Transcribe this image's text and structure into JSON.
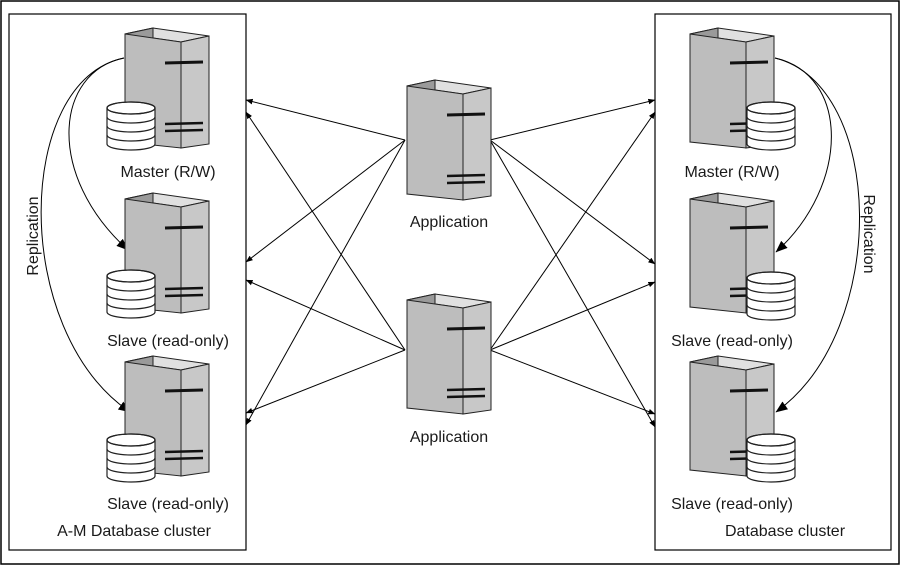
{
  "left_cluster": {
    "title": "A-M Database cluster",
    "replication_label": "Replication",
    "nodes": [
      "Master (R/W)",
      "Slave (read-only)",
      "Slave (read-only)"
    ]
  },
  "right_cluster": {
    "title": "Database cluster",
    "replication_label": "Replication",
    "nodes": [
      "Master (R/W)",
      "Slave (read-only)",
      "Slave (read-only)"
    ]
  },
  "applications": [
    "Application",
    "Application"
  ],
  "colors": {
    "server_front": "#c4c4c4",
    "server_side": "#9e9e9e",
    "server_top": "#dedede",
    "line": "#000000"
  },
  "icons": {
    "server": "server-tower-icon",
    "database": "database-cylinder-icon"
  }
}
